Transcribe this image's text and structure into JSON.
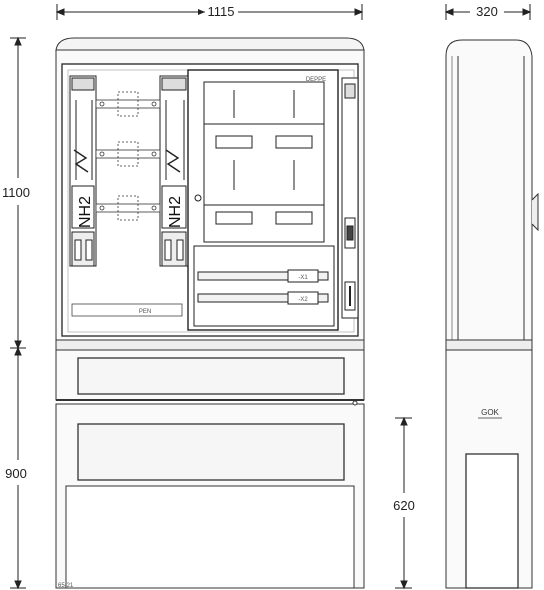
{
  "dimensions": {
    "total_width": "1115",
    "depth": "320",
    "upper_height": "1100",
    "lower_height": "900",
    "base_height": "620"
  },
  "labels": {
    "brand": "DEPPE",
    "pen": "PEN",
    "fuse_left": "NH2",
    "fuse_right": "NH2",
    "terminal_x1": "-X1",
    "terminal_x2": "-X2",
    "ground_level": "GOK",
    "drawing_code": "65-21"
  }
}
